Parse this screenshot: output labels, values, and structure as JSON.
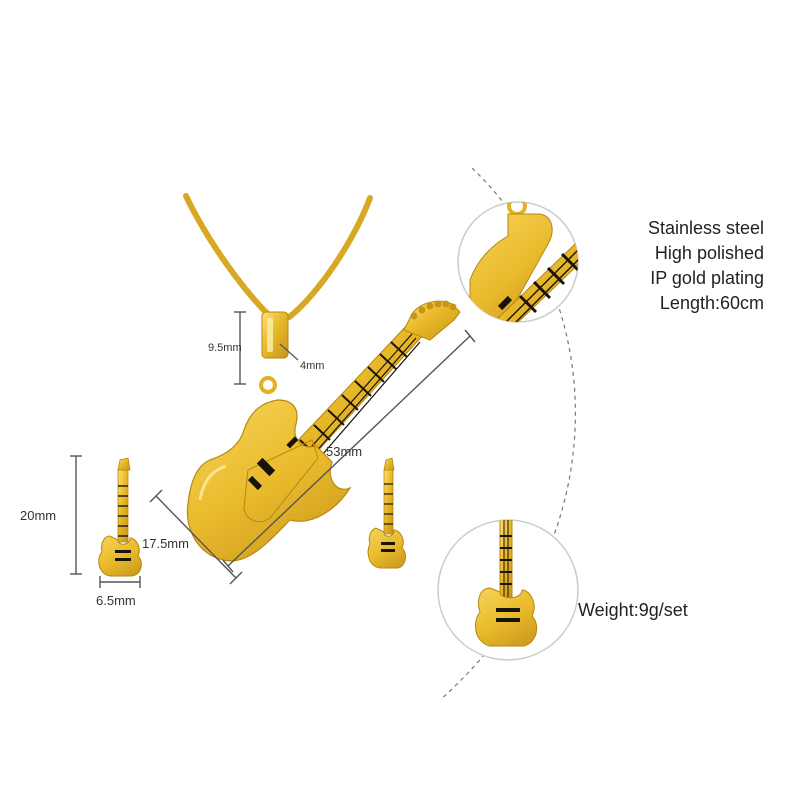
{
  "colors": {
    "gold": "#e8b928",
    "gold_light": "#f8dc6b",
    "gold_dark": "#b88612",
    "enamel": "#1a1408",
    "guide": "#555555"
  },
  "necklace": {
    "dims": {
      "bail_height": "9.5mm",
      "bail_width": "4mm",
      "pendant_length": "53mm",
      "pendant_width": "17.5mm"
    }
  },
  "earrings": {
    "dims": {
      "height": "20mm",
      "width": "6.5mm"
    }
  },
  "specs": {
    "lines": [
      "Stainless steel",
      "High polished",
      "IP gold plating",
      "Length:60cm"
    ],
    "weight": "Weight:9g/set"
  }
}
